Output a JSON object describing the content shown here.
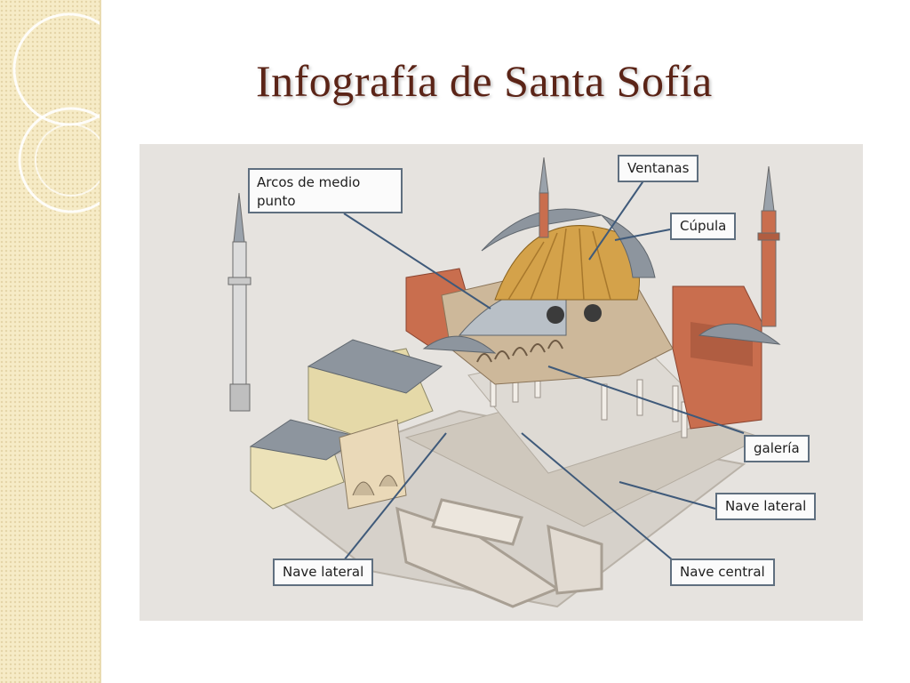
{
  "slide": {
    "title": "Infografía de Santa Sofía"
  },
  "diagram": {
    "labels": {
      "arcos": "Arcos de medio punto",
      "ventanas": "Ventanas",
      "cupula": "Cúpula",
      "galeria": "galería",
      "nave_lateral_right": "Nave lateral",
      "nave_lateral_left": "Nave lateral",
      "nave_central": "Nave central"
    }
  },
  "colors": {
    "title": "#5b2417",
    "side_band": "#f6ebc6",
    "brick": "#c96e4e",
    "roof": "#8d959e",
    "gold": "#d4a24a",
    "leader_line": "#3f5a7a"
  }
}
